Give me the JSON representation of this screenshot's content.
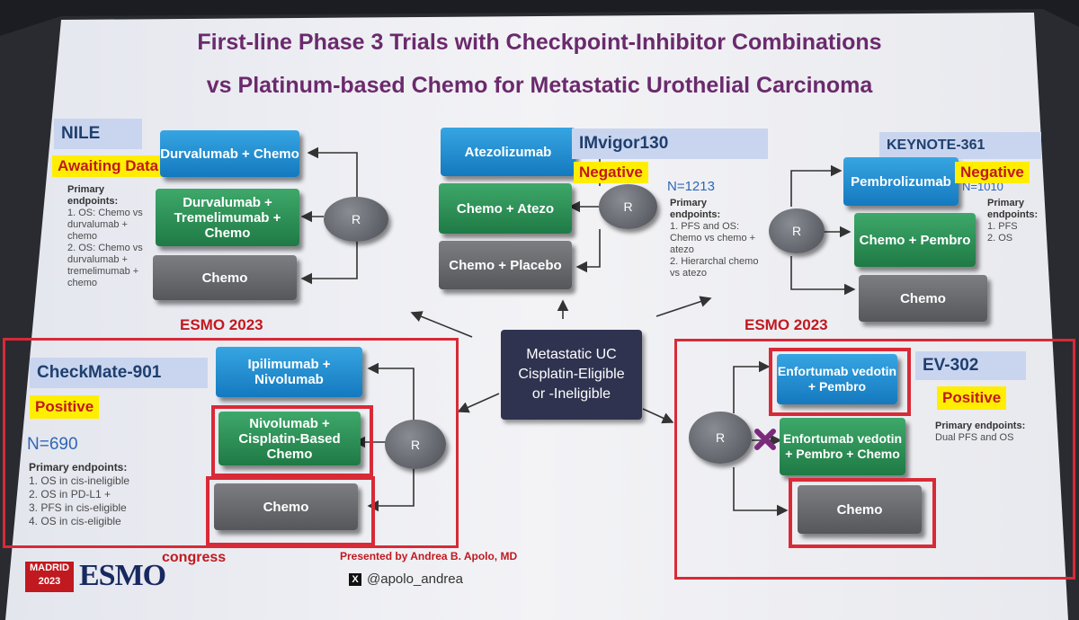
{
  "title": {
    "line1": "First-line Phase 3 Trials with Checkpoint-Inhibitor Combinations",
    "line2": "vs Platinum-based Chemo for Metastatic Urothelial Carcinoma"
  },
  "center": {
    "line1": "Metastatic UC",
    "line2": "Cisplatin-Eligible",
    "line3": "or -Ineligible"
  },
  "randomize_label": "R",
  "nile": {
    "name": "NILE",
    "status": "Awaiting Data",
    "arms": [
      "Durvalumab + Chemo",
      "Durvalumab + Tremelimumab + Chemo",
      "Chemo"
    ],
    "endpoints_title": "Primary endpoints:",
    "endpoints": [
      "1. OS: Chemo vs durvalumab + chemo",
      "2. OS: Chemo vs durvalumab + tremelimumab + chemo"
    ]
  },
  "imvigor": {
    "name": "IMvigor130",
    "status": "Negative",
    "n": "N=1213",
    "arms": [
      "Atezolizumab",
      "Chemo + Atezo",
      "Chemo + Placebo"
    ],
    "endpoints_title": "Primary endpoints:",
    "endpoints": [
      "1. PFS and OS: Chemo vs chemo + atezo",
      "2. Hierarchal chemo vs atezo"
    ]
  },
  "keynote": {
    "name": "KEYNOTE-361",
    "status": "Negative",
    "n": "N=1010",
    "arms": [
      "Pembrolizumab",
      "Chemo + Pembro",
      "Chemo"
    ],
    "endpoints_title": "Primary endpoints:",
    "endpoints": [
      "1. PFS",
      "2. OS"
    ]
  },
  "checkmate": {
    "name": "CheckMate-901",
    "status": "Positive",
    "n": "N=690",
    "arms": [
      "Ipilimumab + Nivolumab",
      "Nivolumab + Cisplatin-Based Chemo",
      "Chemo"
    ],
    "endpoints_title": "Primary endpoints:",
    "endpoints": [
      "1. OS in cis-ineligible",
      "2. OS in PD-L1 +",
      "3. PFS in cis-eligible",
      "4. OS in cis-eligible"
    ]
  },
  "ev302": {
    "name": "EV-302",
    "status": "Positive",
    "arms": [
      "Enfortumab vedotin + Pembro",
      "Enfortumab vedotin + Pembro + Chemo",
      "Chemo"
    ],
    "endpoints_title": "Primary endpoints:",
    "endpoints": [
      "Dual PFS and OS"
    ]
  },
  "esmo_left": "ESMO 2023",
  "esmo_right": "ESMO 2023",
  "footer": {
    "presenter": "Presented by Andrea B. Apolo, MD",
    "handle": "@apolo_andrea",
    "city": "MADRID",
    "year": "2023",
    "logo": "ESMO",
    "congress": "congress"
  },
  "colors": {
    "title": "#6b2a6d",
    "accent_red": "#d82a37",
    "highlight": "#ffee00",
    "arm_blue": "#1e8fd6",
    "arm_green": "#2a8b55",
    "arm_gray": "#67696d"
  }
}
